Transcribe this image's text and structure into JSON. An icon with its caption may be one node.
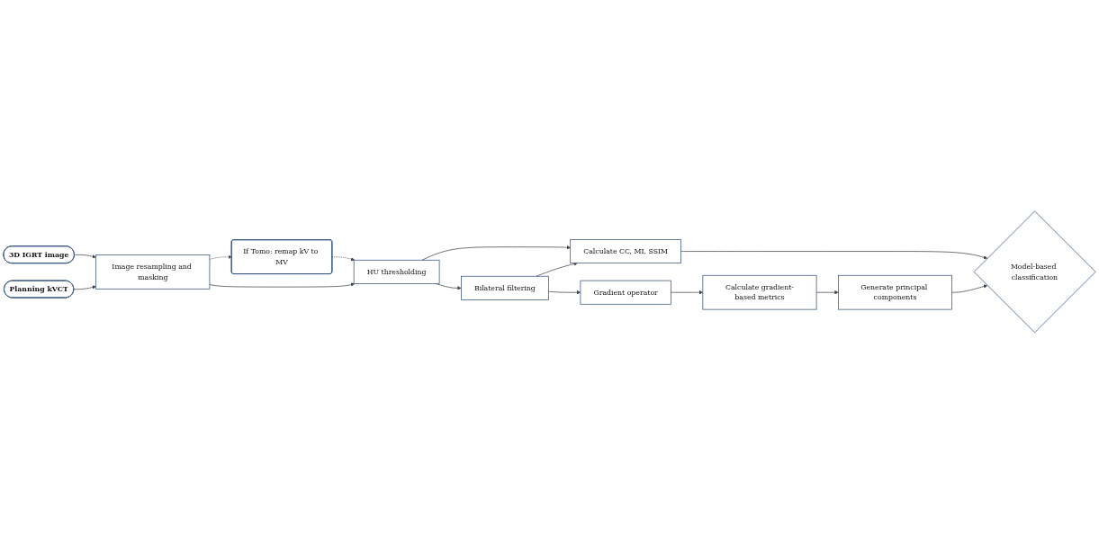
{
  "diagram": {
    "nodes": [
      {
        "text": [
          "3D IGRT image"
        ]
      },
      {
        "text": [
          "Planning kVCT"
        ]
      },
      {
        "text": [
          "Image resampling and masking"
        ]
      },
      {
        "text": [
          "If Tomo: remap kV to MV"
        ]
      },
      {
        "text": [
          "HU thresholding"
        ]
      },
      {
        "text": [
          "Model-based classification"
        ]
      },
      {
        "text": [
          "Calculate CC, MI, SSIM"
        ]
      },
      {
        "text": [
          "Bilateral filtering"
        ]
      },
      {
        "text": [
          "Generate principal components"
        ]
      },
      {
        "text": [
          "Calculate gradient-based metrics"
        ]
      },
      {
        "text": [
          "Gradient operator"
        ]
      }
    ],
    "edges": [
      {
        "from": 0,
        "to": 2,
        "arrow": "to"
      },
      {
        "from": 1,
        "to": 2,
        "arrow": "to"
      },
      {
        "from": 2,
        "to": 3,
        "arrow": "to",
        "style": "dashed"
      },
      {
        "from": 3,
        "to": 4,
        "arrow": "to",
        "style": "dashed"
      },
      {
        "from": 2,
        "to": 4,
        "arrow": "to"
      },
      {
        "from": 4,
        "to": 6,
        "arrow": "to"
      },
      {
        "from": 4,
        "to": 7,
        "arrow": "to"
      },
      {
        "from": 7,
        "to": 6,
        "arrow": "to"
      },
      {
        "from": 6,
        "to": 5,
        "arrow": "to"
      },
      {
        "from": 8,
        "to": 5,
        "arrow": "to"
      },
      {
        "from": 7,
        "to": 10,
        "arrow": "to"
      },
      {
        "from": 10,
        "to": 9,
        "arrow": "to"
      },
      {
        "from": 9,
        "to": 8,
        "arrow": "to"
      }
    ]
  }
}
